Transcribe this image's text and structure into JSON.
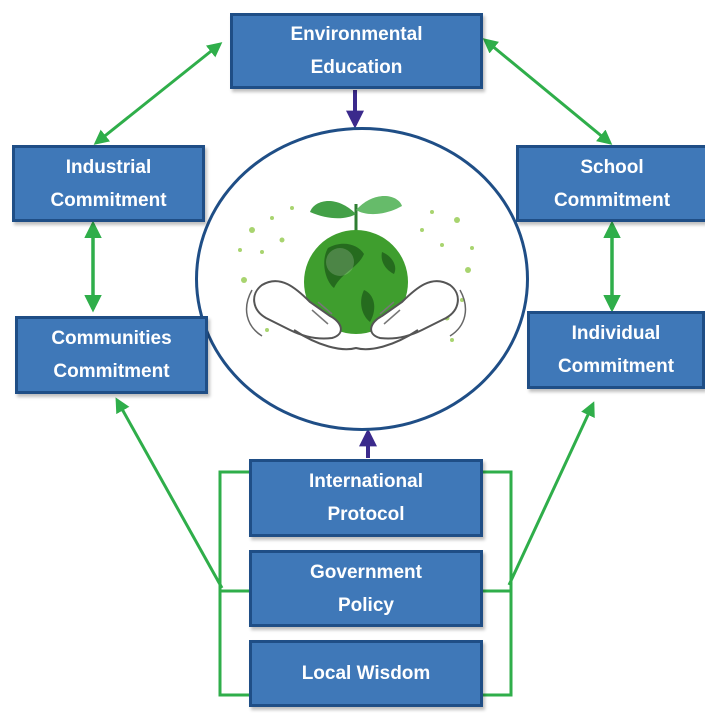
{
  "diagram": {
    "center": {
      "icon": "hands-holding-earth-with-sprout-icon"
    },
    "nodes": {
      "environmental_education": [
        "Environmental",
        "Education"
      ],
      "industrial_commitment": [
        "Industrial",
        "Commitment"
      ],
      "school_commitment": [
        "School",
        "Commitment"
      ],
      "communities_commitment": [
        "Communities",
        "Commitment"
      ],
      "individual_commitment": [
        "Individual",
        "Commitment"
      ],
      "international_protocol": [
        "International",
        "Protocol"
      ],
      "government_policy": [
        "Government",
        "Policy"
      ],
      "local_wisdom": [
        "Local Wisdom"
      ]
    },
    "colors": {
      "box_fill": "#3f78b8",
      "box_border": "#1f4e86",
      "green_connector": "#2fae4a",
      "purple_arrow": "#3b2a8c",
      "globe_green": "#3f9e2e"
    }
  }
}
